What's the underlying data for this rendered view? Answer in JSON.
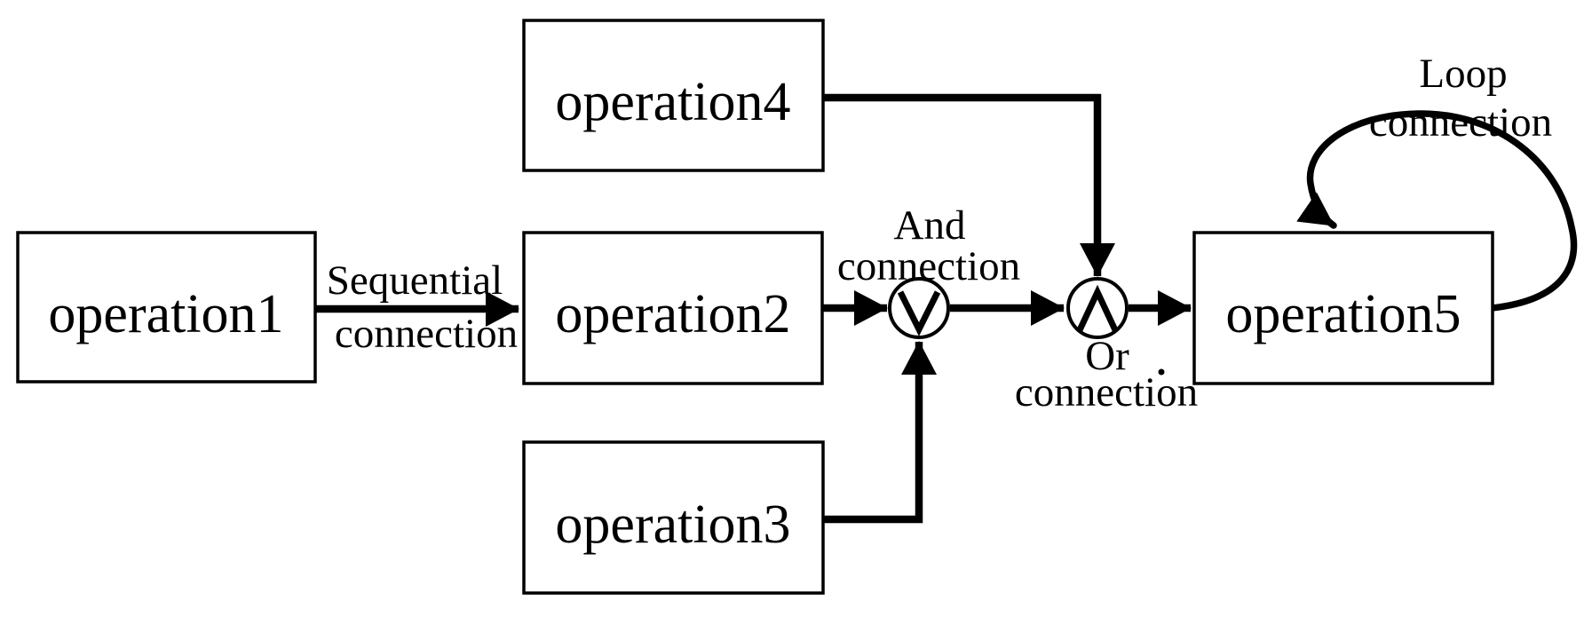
{
  "figure": {
    "background_color": "#ffffff",
    "line_color": "#000000",
    "nodes": [
      {
        "id": "operation1",
        "label": "operation1"
      },
      {
        "id": "operation2",
        "label": "operation2"
      },
      {
        "id": "operation3",
        "label": "operation3"
      },
      {
        "id": "operation4",
        "label": "operation4"
      },
      {
        "id": "operation5",
        "label": "operation5"
      }
    ],
    "connections": [
      {
        "type": "sequential",
        "label_line1": "Sequential",
        "label_line2": "connection",
        "from": "operation1",
        "to": "operation2"
      },
      {
        "type": "and",
        "label_line1": "And",
        "label_line2": "connection",
        "symbol": "∨",
        "symbol_icon": "v-in-circle",
        "inputs": [
          "operation2",
          "operation3"
        ]
      },
      {
        "type": "or",
        "label_line1": "Or",
        "label_line2": "connection",
        "symbol": "∧",
        "symbol_icon": "wedge-in-circle",
        "inputs": [
          "and-connection",
          "operation4"
        ],
        "to": "operation5"
      },
      {
        "type": "loop",
        "label_line1": "Loop",
        "label_line2": "connection",
        "on": "operation5"
      }
    ]
  }
}
